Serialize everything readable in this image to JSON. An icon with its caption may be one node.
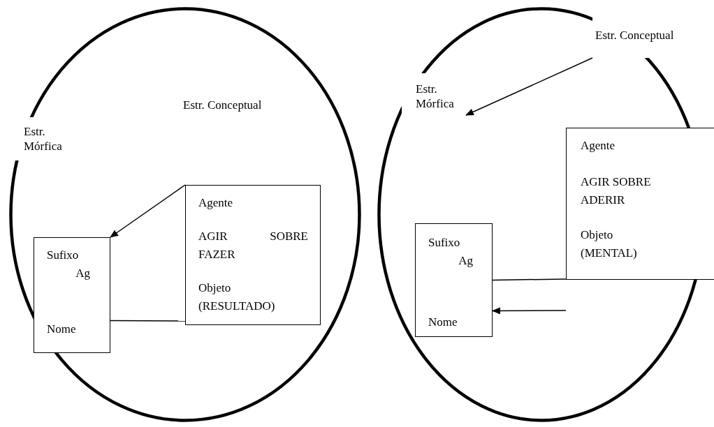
{
  "diagram": {
    "nodes": [
      {
        "text": [],
        "shape": "ellipse"
      },
      {
        "text": [
          "Estr. Conceptual"
        ],
        "in": 0
      },
      {
        "text": [
          "Estr. Mórfica"
        ],
        "in": 0
      },
      {
        "text": [
          "Sufixo Ag",
          "Nome"
        ],
        "in": 0
      },
      {
        "text": [
          "Agente",
          "AGIR SOBRE FAZER",
          "Objeto (RESULTADO)"
        ],
        "in": 0
      },
      {
        "text": [],
        "shape": "ellipse"
      },
      {
        "text": [
          "Estr. Conceptual"
        ]
      },
      {
        "text": [
          "Estr. Mórfica"
        ],
        "in": 5
      },
      {
        "text": [
          "Agente",
          "AGIR SOBRE ADERIR",
          "Objeto (MENTAL)"
        ]
      },
      {
        "text": [
          "Sufixo Ag",
          "Nome"
        ],
        "in": 5
      }
    ],
    "edges": [
      {
        "from": 4,
        "to": 3,
        "arrow": "to"
      },
      {
        "from": 3,
        "to": 4,
        "arrow": "none"
      },
      {
        "from": 6,
        "to": 7,
        "arrow": "to"
      },
      {
        "from": 9,
        "to": 8,
        "arrow": "none"
      },
      {
        "from": null,
        "to": 9,
        "arrow": "to"
      }
    ]
  }
}
